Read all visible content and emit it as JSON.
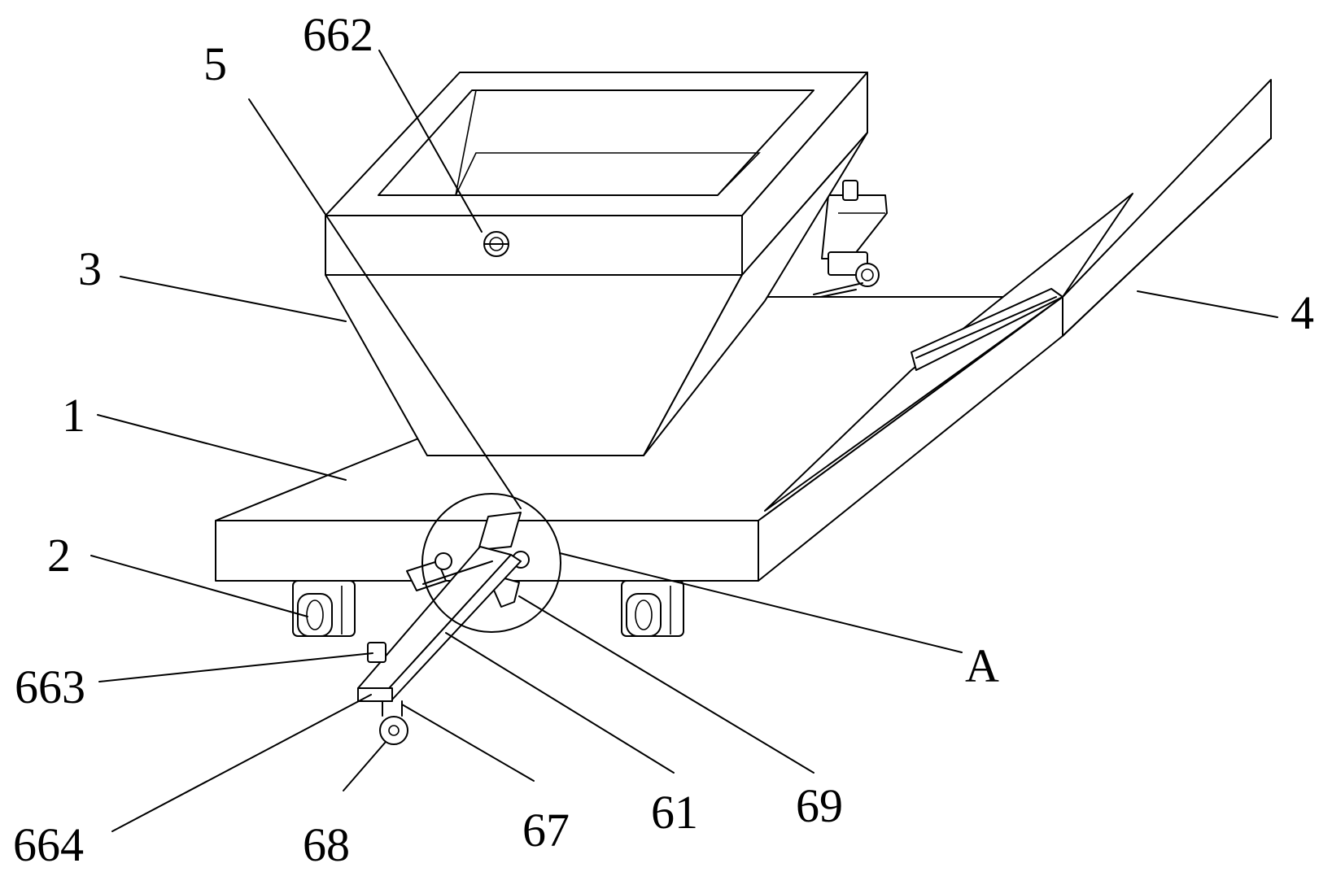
{
  "labels": {
    "l662": "662",
    "l5": "5",
    "l3": "3",
    "l1": "1",
    "l2": "2",
    "l4": "4",
    "lA": "A",
    "l663": "663",
    "l664": "664",
    "l68": "68",
    "l67": "67",
    "l61": "61",
    "l69": "69"
  }
}
